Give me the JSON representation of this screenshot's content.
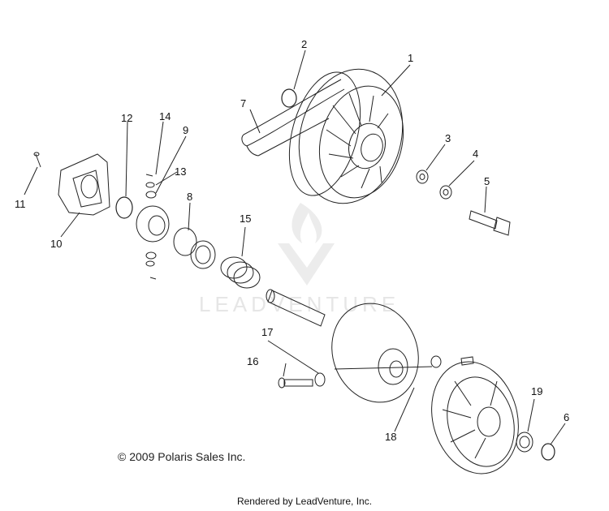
{
  "diagram": {
    "callouts": {
      "c1": "1",
      "c2": "2",
      "c3": "3",
      "c4": "4",
      "c5": "5",
      "c6": "6",
      "c7": "7",
      "c8": "8",
      "c9": "9",
      "c10": "10",
      "c11": "11",
      "c12": "12",
      "c13": "13",
      "c14": "14",
      "c15": "15",
      "c16": "16",
      "c17": "17",
      "c18": "18",
      "c19": "19"
    },
    "watermark": "LEADVENTURE",
    "copyright": "© 2009 Polaris Sales Inc.",
    "footer": "Rendered by LeadVenture, Inc."
  }
}
